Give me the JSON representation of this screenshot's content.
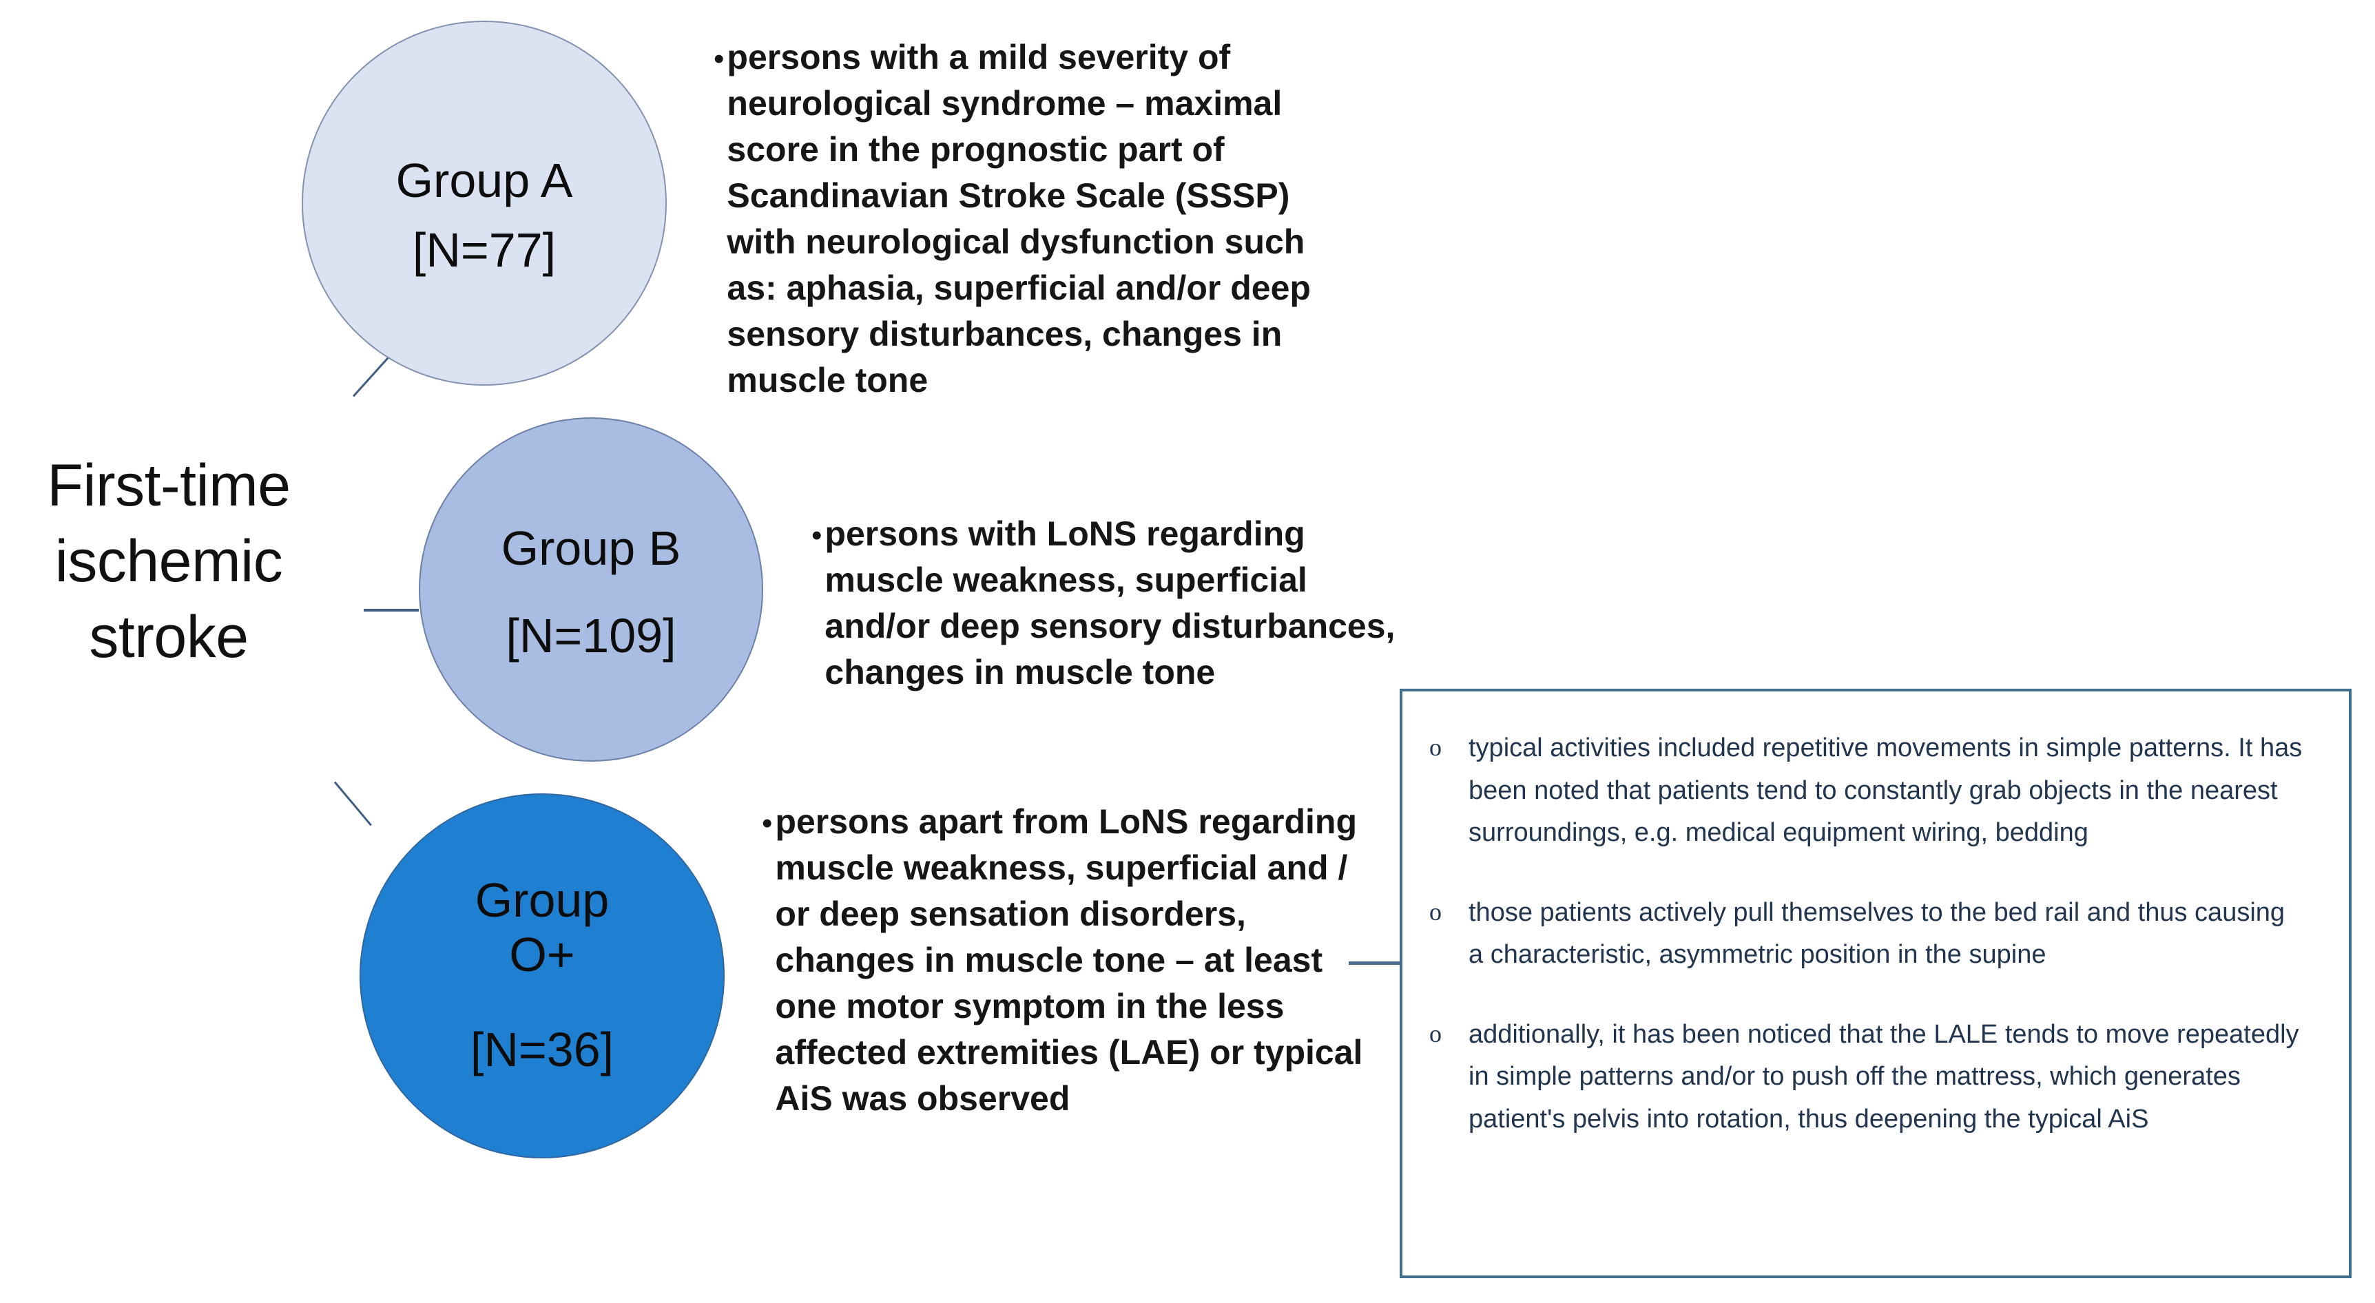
{
  "diagram": {
    "root": {
      "label_lines": [
        "First-time",
        "ischemic",
        "stroke"
      ]
    },
    "groups": [
      {
        "id": "group-a",
        "name": "Group A",
        "count": "[N=77]",
        "fill": "#dbe2f1",
        "bullet": "persons with a mild severity of neurological syndrome – maximal score in the prognostic part of Scandinavian Stroke Scale (SSSP) with neurological dysfunction such as: aphasia, superficial and/or deep sensory disturbances, changes in muscle tone"
      },
      {
        "id": "group-b",
        "name": "Group B",
        "count": "[N=109]",
        "fill": "#a9bde3",
        "bullet": "persons with LoNS regarding muscle weakness, superficial and/or deep sensory disturbances, changes in muscle tone"
      },
      {
        "id": "group-o",
        "name_line1": "Group",
        "name_line2": "O+",
        "name": "Group O+",
        "count": "[N=36]",
        "fill": "#1f80d2",
        "bullet": "persons apart from LoNS regarding muscle weakness, superficial and / or deep sensation disorders, changes in muscle tone – at least one motor symptom in the less affected extremities (LAE) or typical AiS was observed"
      }
    ],
    "bullet_marker": "•",
    "info_box": {
      "marker": "o",
      "border_color": "#3f6e91",
      "text_color": "#22354f",
      "items": [
        "typical activities included repetitive movements  in simple patterns. It has been noted that patients tend to constantly grab objects in the nearest surroundings, e.g. medical equipment wiring, bedding",
        "those patients actively pull themselves to the bed rail and thus causing a characteristic, asymmetric position in the supine",
        "additionally, it has been noticed that the LALE  tends to move repeatedly in simple patterns and/or to push off the mattress, which generates patient's pelvis into rotation, thus deepening the typical AiS"
      ]
    }
  }
}
